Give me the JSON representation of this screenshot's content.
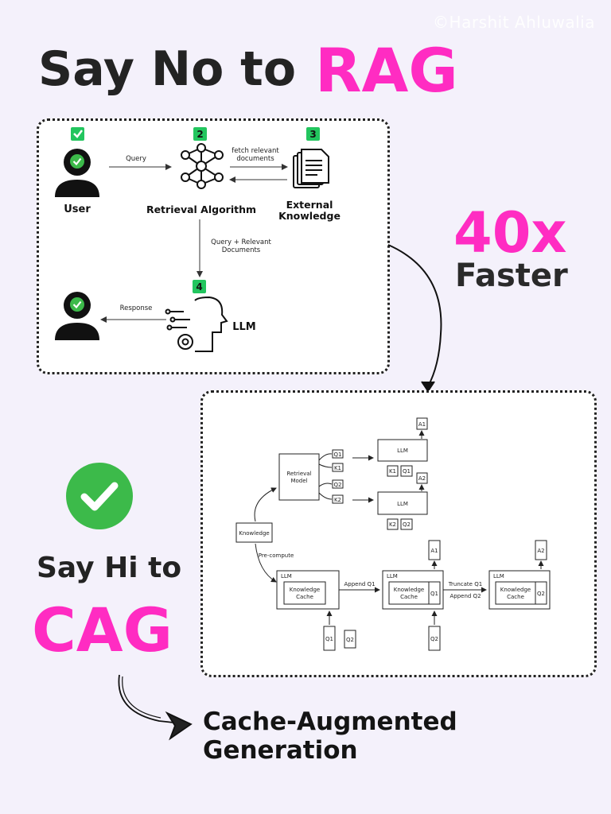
{
  "watermark": "©Harshit Ahluwalia",
  "title": {
    "part1": "Say No to",
    "part2": "RAG"
  },
  "speed": {
    "value": "40x",
    "label": "Faster"
  },
  "cag_heading": {
    "line1": "Say Hi to",
    "line2": "CAG"
  },
  "footer": "Cache-Augmented Generation",
  "colors": {
    "accent_pink": "#ff2cc2",
    "check_green": "#3cba4a",
    "badge_green": "#22c55e"
  },
  "rag_diagram": {
    "badges": [
      "2",
      "3",
      "4"
    ],
    "nodes": {
      "user": "User",
      "retrieval": "Retrieval Algorithm",
      "external_1": "External",
      "external_2": "Knowledge",
      "llm": "LLM"
    },
    "edges": {
      "query": "Query",
      "fetch_1": "fetch relevant",
      "fetch_2": "documents",
      "qrd_1": "Query + Relevant",
      "qrd_2": "Documents",
      "response": "Response"
    }
  },
  "cag_diagram": {
    "retrieval_1": "Retrieval",
    "retrieval_2": "Model",
    "knowledge": "Knowledge",
    "precompute": "Pre-compute",
    "llm": "LLM",
    "kc_1": "Knowledge",
    "kc_2": "Cache",
    "append_q1": "Append Q1",
    "truncate_q1": "Truncate Q1",
    "append_q2": "Append Q2",
    "q1": "Q1",
    "q2": "Q2",
    "k1": "K1",
    "k2": "K2",
    "a1": "A1",
    "a2": "A2"
  }
}
